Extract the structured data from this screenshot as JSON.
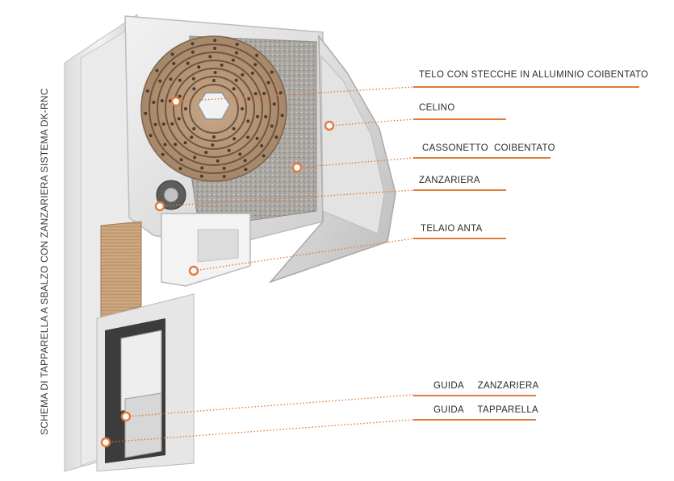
{
  "side_title": "SCHEMA DI TAPPARELLA A SBALZO CON ZANZARIERA SISTEMA DK-RNC",
  "accent_color": "#e07b3c",
  "callouts": [
    {
      "id": "telo",
      "label": "TELO CON STECCHE IN ALLUMINIO COIBENTATO"
    },
    {
      "id": "celino",
      "label": "CELINO"
    },
    {
      "id": "cassonetto",
      "label": "CASSONETTO  COIBENTATO"
    },
    {
      "id": "zanzariera",
      "label": "ZANZARIERA"
    },
    {
      "id": "telaio",
      "label": "TELAIO ANTA"
    },
    {
      "id": "guida-zanzariera",
      "label": "GUIDA     ZANZARIERA"
    },
    {
      "id": "guida-tapparella",
      "label": "GUIDA     TAPPARELLA"
    }
  ]
}
